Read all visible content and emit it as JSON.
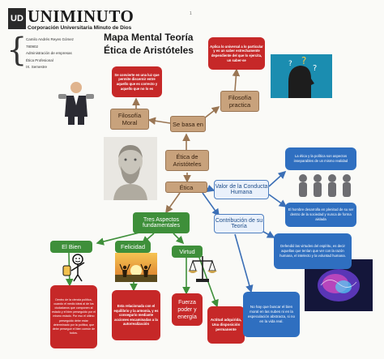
{
  "header": {
    "logo_mark": "UD",
    "brand": "UNIMINUTO",
    "brand_sub": "Corporación Universitaria Minuto de Dios",
    "page_number": "1"
  },
  "student": {
    "name": "Camilo Andrés Reyes Gómez",
    "id": "780902",
    "program": "Administración de empresas",
    "course": "Ética Profesional",
    "semester": "IX. Semestre"
  },
  "title": {
    "line1": "Mapa Mental Teoría",
    "line2": "Ética de Aristóteles"
  },
  "nodes": {
    "central": "Ética de Aristóteles",
    "etica": "Ética",
    "se_basa": "Se basa en",
    "filosofia_moral": "Filosofía Moral",
    "filosofia_practica": "Filosofía practica",
    "moral_def": "Se convierte en una luz que permite discernir entre aquello que es correcto y aquello que no lo es",
    "practica_def": "Aplica lo universal a lo particular y es un saber estrechamente dependiente del que lo ejercita, un saber-se",
    "tres_aspectos": "Tres Aspectos fundamentales",
    "el_bien": "El Bien",
    "felicidad": "Felicidad",
    "virtud": "Virtud",
    "bien_def": "Dentro de la ciencia política, cuando el medio ideal al de los ciudadanos que componen al estado y el bien perseguido por el mismo estado. Por eso el último perseguido debe estar determinado por la política, que debe perseguir el bien común de todos.",
    "felicidad_def": "Esta relacionada con el equilibrio y la armonía, y es consegurio mediante acciones encaminadas a la autorrealización",
    "fuerza": "Fuerza poder y energía",
    "actitud": "Actitud adquirida, Una disposición permanente",
    "valor": "Valor de la Conducta Humana",
    "contribucion": "Contribución de su Teoría",
    "etica_politica": "La ética y la política son aspectos inseparables de un mismo realidad",
    "hombre": "El hombre desarrolla en plenitud de su ser dentro de la sociedad y nunca de forma aislada",
    "defendio": "Defendió las virtudes del espíritu, es decir aquellas que tenían que ver con la razón humana, el intelecto y la voluntad humana.",
    "no_hay": "No hay que buscar el bien moral en las nubes ni en la especulación abstracta, si no en la vida real."
  },
  "icons": [
    "aristotle-portrait",
    "businessman-icon",
    "question-head-icon",
    "thinking-people-icon",
    "thumbs-up-icon",
    "sunset-people-icon",
    "justice-scale-icon",
    "brain-icon"
  ],
  "colors": {
    "brown": "#c8a27c",
    "red": "#c62828",
    "green": "#3e8f3a",
    "blue": "#2f6fc0",
    "arrow_brown": "#9a7654",
    "arrow_blue": "#3b6fb6"
  }
}
